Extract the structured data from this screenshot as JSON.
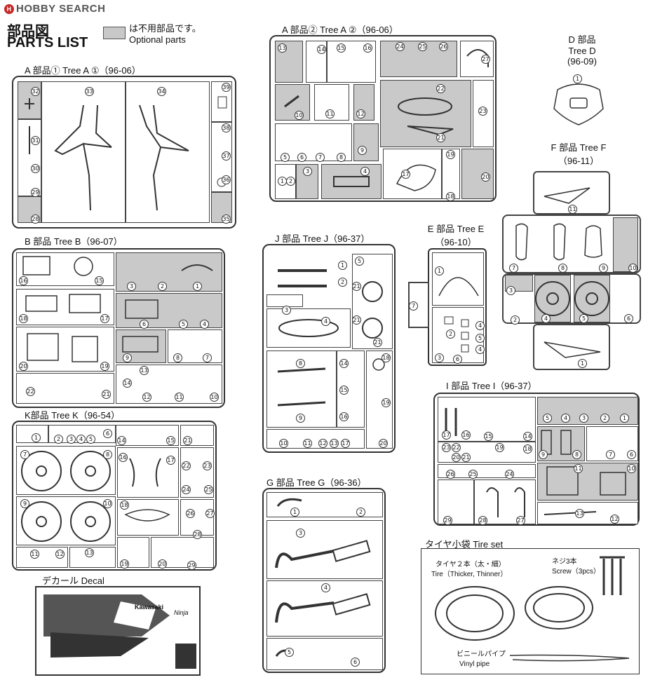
{
  "logo": {
    "text": "HOBBY SEARCH",
    "mark": "H"
  },
  "header": {
    "title_jp": "部品図",
    "title_en": "PARTS LIST"
  },
  "legend": {
    "jp": "は不用部品です。",
    "en": "Optional parts",
    "color": "#c9c9c9"
  },
  "trees": {
    "a1": {
      "title": "A 部品① Tree A ①（96-06）",
      "numbers": [
        "32",
        "33",
        "34",
        "39",
        "31",
        "38",
        "30",
        "37",
        "29",
        "36",
        "28",
        "35"
      ]
    },
    "a2": {
      "title": "A 部品② Tree A ②（96-06）",
      "numbers": [
        "13",
        "14",
        "15",
        "16",
        "24",
        "25",
        "26",
        "27",
        "10",
        "11",
        "12",
        "22",
        "23",
        "21",
        "5",
        "6",
        "7",
        "8",
        "9",
        "17",
        "19",
        "20",
        "1",
        "2",
        "3",
        "4",
        "18"
      ]
    },
    "d": {
      "title_line1": "D 部品",
      "title_line2": "Tree D",
      "title_line3": "(96-09)",
      "numbers": [
        "1"
      ]
    },
    "f": {
      "title_line1": "F 部品 Tree F",
      "title_line2": "（96-11）",
      "numbers": [
        "11",
        "7",
        "8",
        "9",
        "10",
        "3",
        "2",
        "4",
        "5",
        "6",
        "1"
      ]
    },
    "b": {
      "title": "B 部品 Tree B（96-07）",
      "numbers": [
        "16",
        "15",
        "3",
        "2",
        "1",
        "18",
        "17",
        "6",
        "5",
        "4",
        "20",
        "19",
        "9",
        "8",
        "7",
        "22",
        "21",
        "13",
        "14",
        "12",
        "11",
        "10"
      ]
    },
    "j": {
      "title": "J 部品 Tree J（96-37）",
      "numbers": [
        "1",
        "2",
        "3",
        "4",
        "5",
        "21",
        "21",
        "21",
        "8",
        "9",
        "14",
        "15",
        "16",
        "18",
        "19",
        "20",
        "10",
        "11",
        "12",
        "13",
        "17"
      ]
    },
    "e": {
      "title_line1": "E 部品 Tree E",
      "title_line2": "（96-10）",
      "numbers": [
        "1",
        "2",
        "3",
        "4",
        "4",
        "5",
        "6",
        "7"
      ]
    },
    "i": {
      "title": "I 部品 Tree I（96-37）",
      "numbers": [
        "17",
        "16",
        "15",
        "14",
        "18",
        "19",
        "23",
        "22",
        "20",
        "21",
        "26",
        "25",
        "24",
        "29",
        "28",
        "27",
        "5",
        "4",
        "3",
        "2",
        "1",
        "9",
        "8",
        "7",
        "6",
        "10",
        "11",
        "13",
        "12"
      ]
    },
    "k": {
      "title": "K部品 Tree K（96-54）",
      "numbers": [
        "1",
        "2",
        "3",
        "4",
        "5",
        "6",
        "14",
        "15",
        "21",
        "7",
        "8",
        "16",
        "17",
        "22",
        "23",
        "24",
        "25",
        "9",
        "10",
        "18",
        "26",
        "27",
        "28",
        "11",
        "12",
        "13",
        "19",
        "20",
        "29"
      ]
    },
    "g": {
      "title": "G 部品 Tree G（96-36）",
      "numbers": [
        "1",
        "2",
        "3",
        "4",
        "5",
        "6"
      ]
    }
  },
  "decal": {
    "title": "デカール Decal",
    "brand": "Kawasaki",
    "model": "Ninja"
  },
  "tireset": {
    "title": "タイヤ小袋 Tire set",
    "tire_jp": "タイヤ２本（太・細）",
    "tire_en": "Tire（Thicker, Thinner）",
    "screw_jp": "ネジ3本",
    "screw_en": "Screw（3pcs）",
    "pipe_jp": "ビニールパイプ",
    "pipe_en": "Vinyl pipe"
  }
}
